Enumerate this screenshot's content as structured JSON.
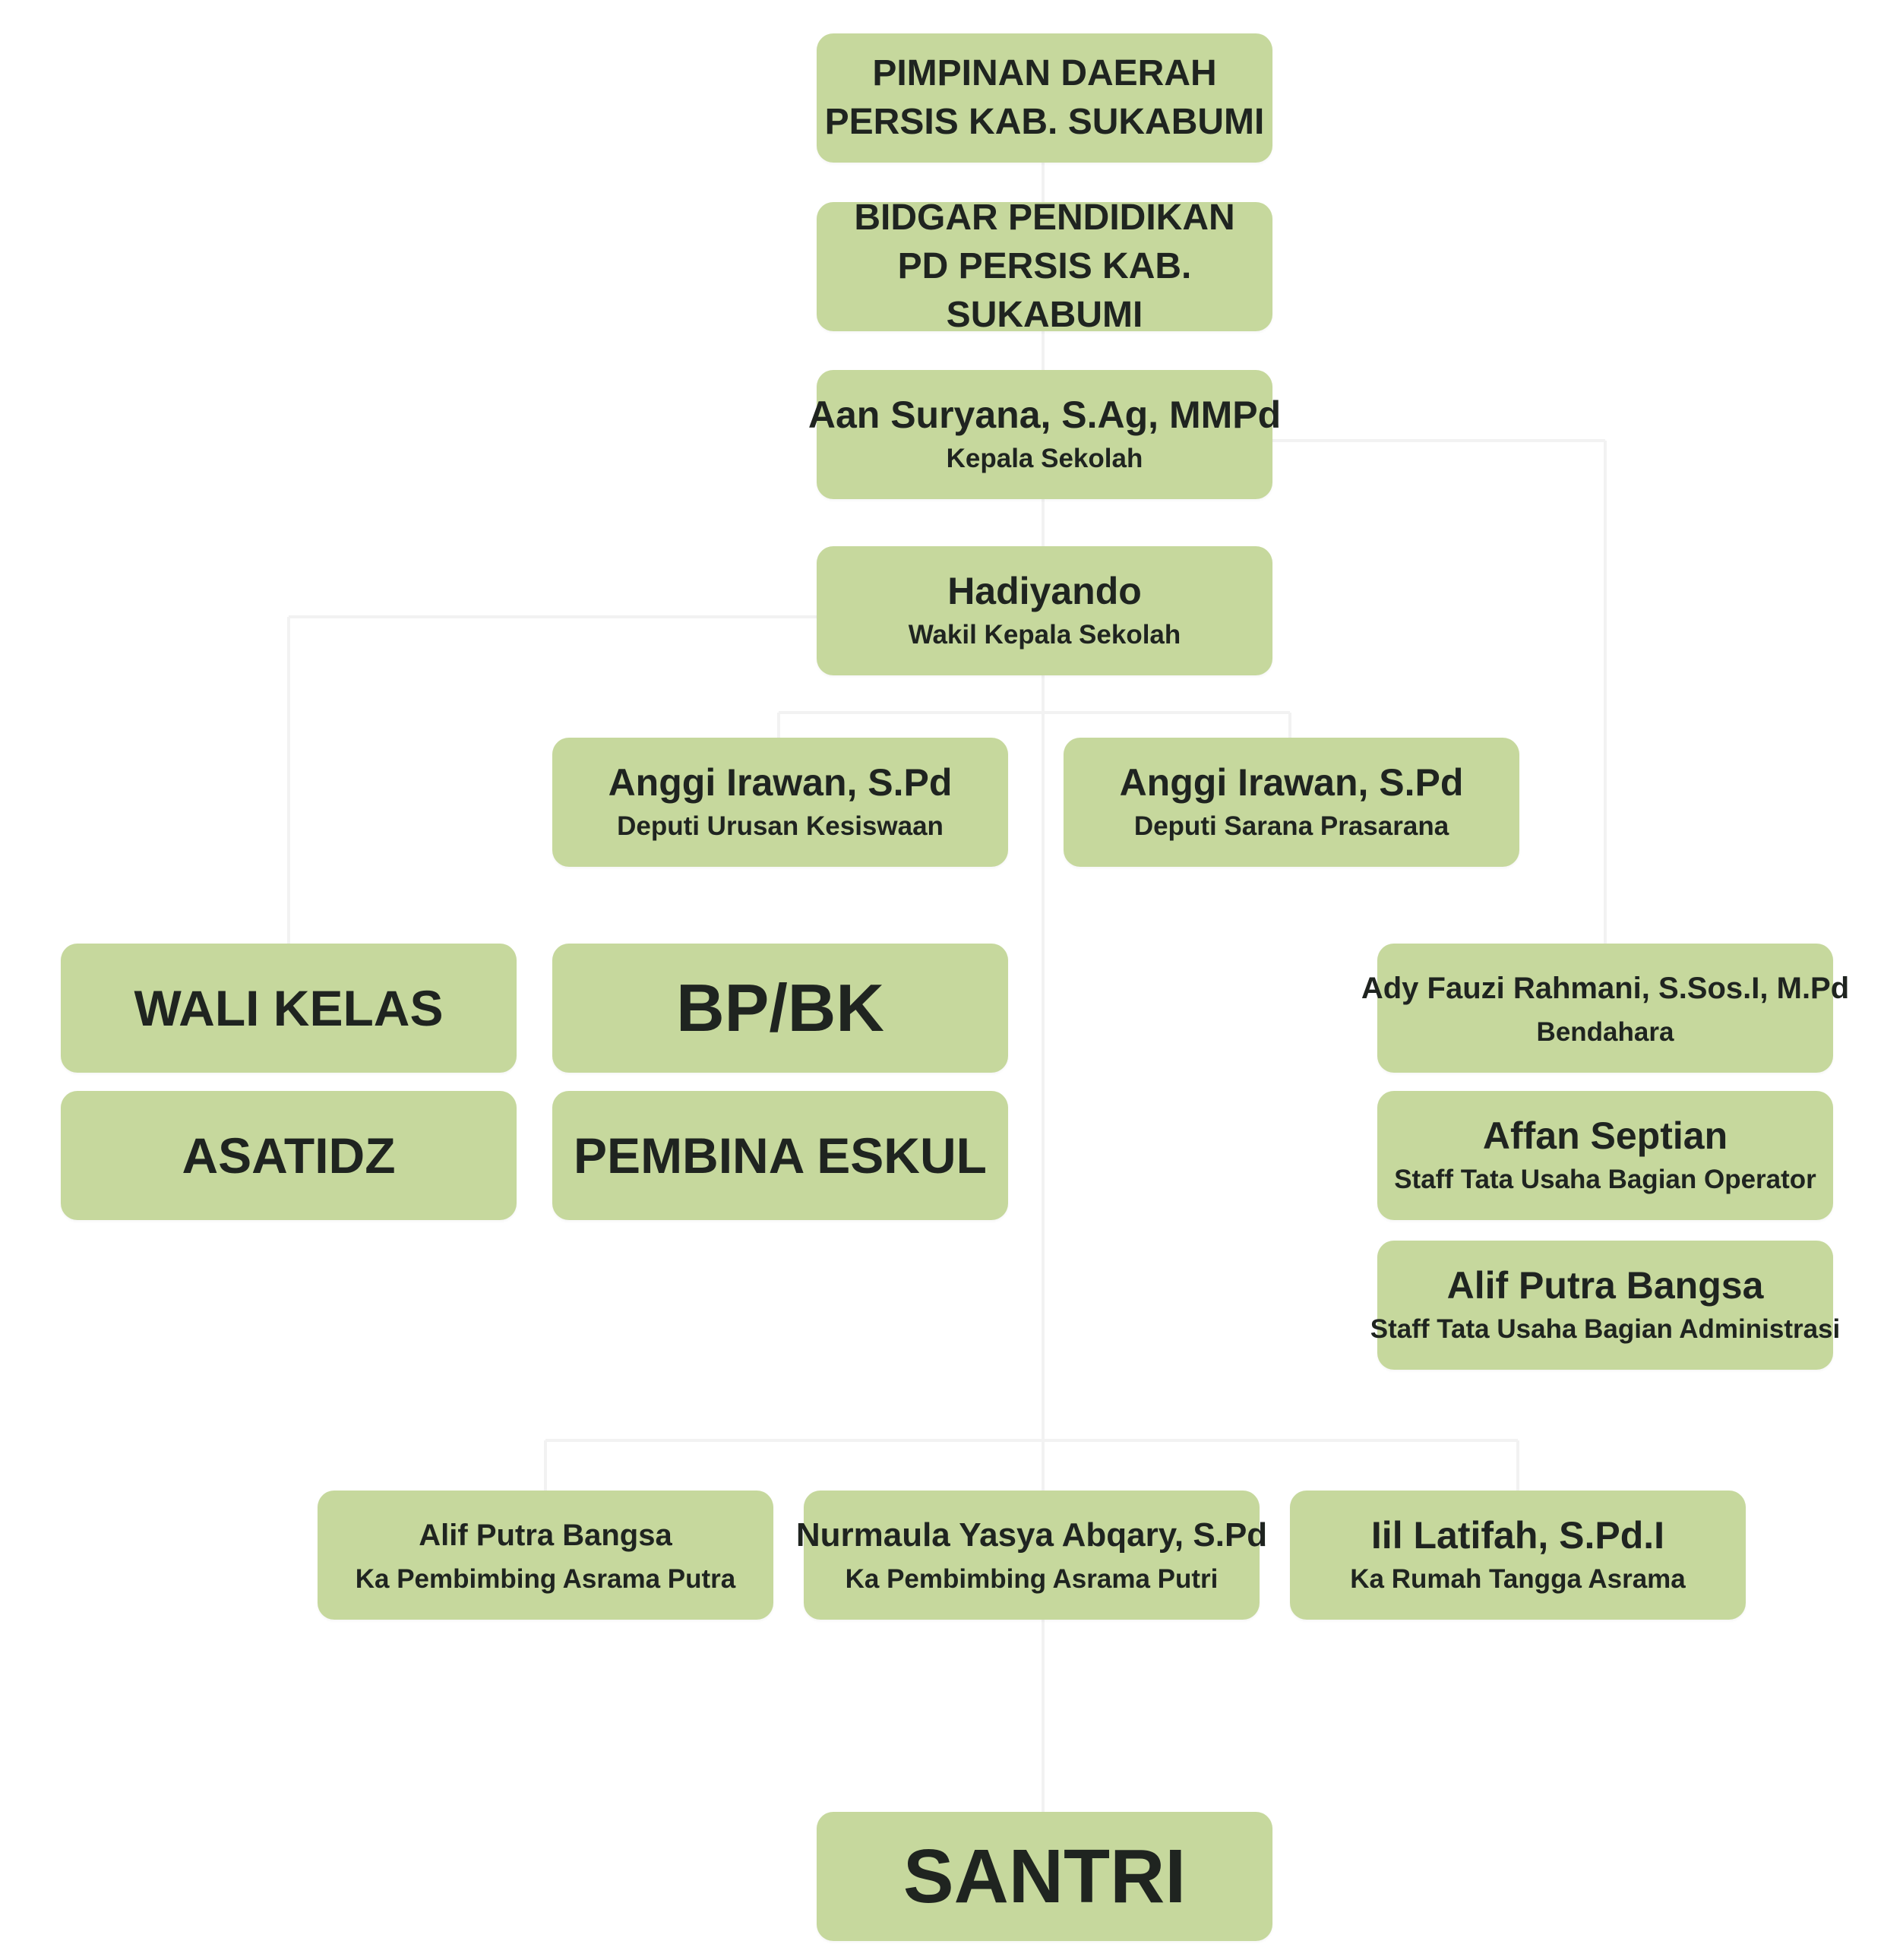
{
  "chart": {
    "pimpinan": {
      "line1": "PIMPINAN DAERAH",
      "line2": "PERSIS KAB. SUKABUMI"
    },
    "bidgar": {
      "line1": "BIDGAR PENDIDIKAN",
      "line2": "PD PERSIS KAB. SUKABUMI"
    },
    "kepala": {
      "name": "Aan Suryana, S.Ag, MMPd",
      "role": "Kepala Sekolah"
    },
    "wakil": {
      "name": "Hadiyando",
      "role": "Wakil Kepala Sekolah"
    },
    "deputi_kesiswaan": {
      "name": "Anggi Irawan, S.Pd",
      "role": "Deputi Urusan Kesiswaan"
    },
    "deputi_sarana": {
      "name": "Anggi Irawan, S.Pd",
      "role": "Deputi Sarana Prasarana"
    },
    "wali_kelas": "WALI KELAS",
    "asatidz": "ASATIDZ",
    "bp_bk": "BP/BK",
    "pembina_eskul": "PEMBINA ESKUL",
    "bendahara": {
      "name": "Ady Fauzi Rahmani, S.Sos.I, M.Pd",
      "role": "Bendahara"
    },
    "staff_operator": {
      "name": "Affan Septian",
      "role": "Staff Tata Usaha Bagian Operator"
    },
    "staff_administrasi": {
      "name": "Alif Putra Bangsa",
      "role": "Staff Tata Usaha Bagian Administrasi"
    },
    "asrama_putra": {
      "name": "Alif Putra Bangsa",
      "role": "Ka Pembimbing Asrama Putra"
    },
    "asrama_putri": {
      "name": "Nurmaula Yasya Abqary, S.Pd",
      "role": "Ka Pembimbing Asrama Putri"
    },
    "rumah_tangga": {
      "name": "Iil Latifah, S.Pd.I",
      "role": "Ka Rumah Tangga Asrama"
    },
    "santri": "SANTRI"
  },
  "colors": {
    "box_fill": "#c6d89d",
    "connector": "#f2f2f2",
    "text": "#1f2420"
  }
}
